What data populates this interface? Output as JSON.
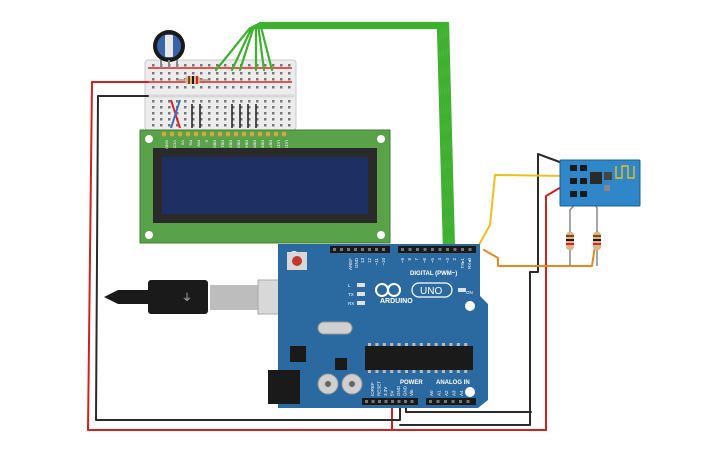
{
  "arduino": {
    "brand": "ARDUINO",
    "model": "UNO",
    "digital_header": "DIGITAL (PWM~)",
    "power_header": "POWER",
    "analog_header": "ANALOG IN",
    "on_label": "ON",
    "aref": "AREF",
    "gnd": "GND",
    "digital_pins": [
      "13",
      "12",
      "~11",
      "~10",
      "~9",
      "8",
      "7",
      "~6",
      "~5",
      "4",
      "~3",
      "2",
      "TX▸1",
      "RX◂0"
    ],
    "power_pins": [
      "IOREF",
      "RESET",
      "3.3V",
      "5V",
      "GND",
      "GND",
      "Vin"
    ],
    "analog_pins": [
      "A0",
      "A1",
      "A2",
      "A3",
      "A4",
      "A5"
    ],
    "led_labels": [
      "L",
      "TX",
      "RX"
    ]
  },
  "lcd": {
    "pin_labels": [
      "GND",
      "VCC",
      "V0",
      "RS",
      "RW",
      "E",
      "DB0",
      "DB1",
      "DB2",
      "DB3",
      "DB4",
      "DB5",
      "DB6",
      "DB7",
      "LED",
      "LED"
    ]
  },
  "colors": {
    "arduino_blue": "#2b6aa0",
    "wire_green": "#3fb030",
    "wire_red": "#d02020",
    "wire_black": "#2a2a2a",
    "wire_yellow": "#e8c020",
    "wire_orange": "#e08a20",
    "lcd_pcb": "#5aa24a",
    "lcd_screen": "#1e2f63",
    "esp_board": "#2f86c9"
  }
}
